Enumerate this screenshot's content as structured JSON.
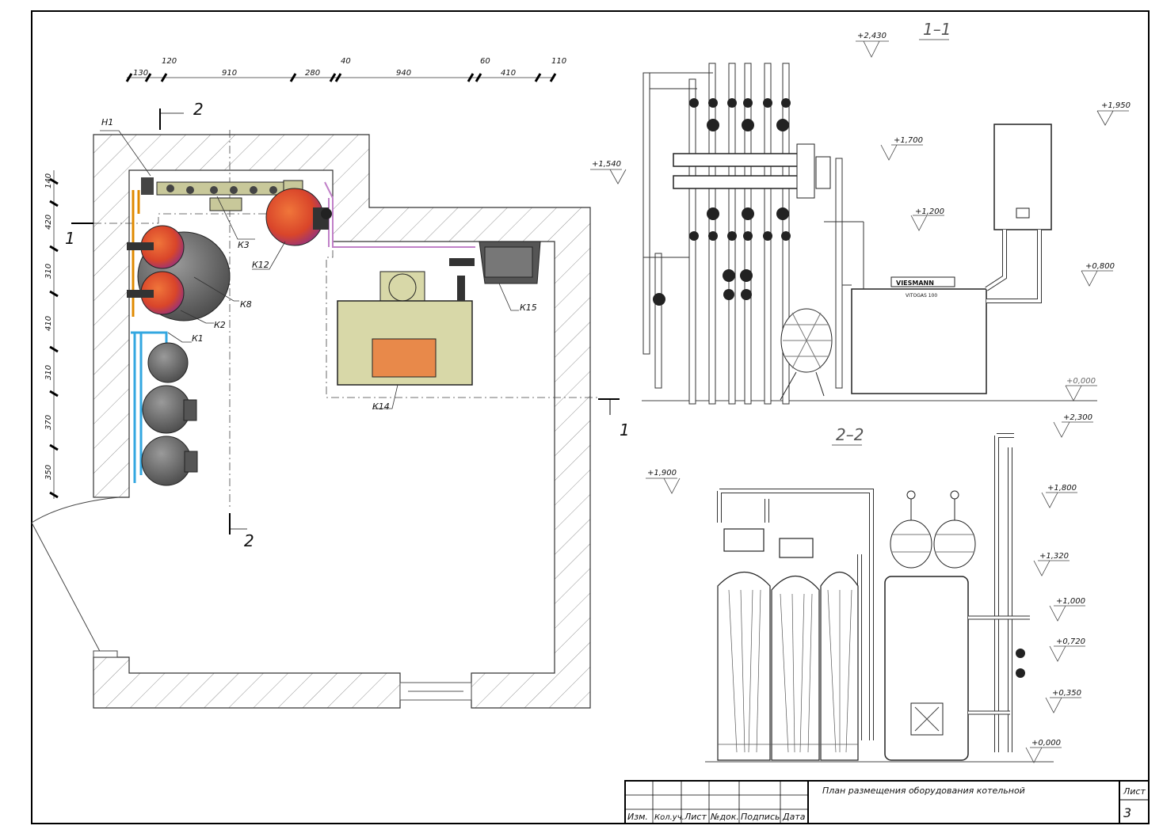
{
  "plan": {
    "dimensions_top": [
      "130",
      "120",
      "910",
      "280",
      "40",
      "940",
      "60",
      "410",
      "110"
    ],
    "dimensions_left": [
      "140",
      "420",
      "310",
      "410",
      "310",
      "370",
      "350"
    ],
    "labels": {
      "h1": "Н1",
      "k1": "К1",
      "k2": "К2",
      "k3": "К3",
      "k8": "К8",
      "k12": "К12",
      "k14": "К14",
      "k15": "К15"
    },
    "cut_marks": {
      "cut1_left": "1",
      "cut1_right": "1",
      "cut2_top": "2",
      "cut2_bottom": "2"
    }
  },
  "section_11": {
    "title": "1–1",
    "levels": [
      "+2,430",
      "+1,950",
      "+1,700",
      "+1,540",
      "+1,200",
      "+0,800",
      "+0,000"
    ],
    "boiler_brand": "VIESMANN",
    "boiler_model": "VITOGAS 100"
  },
  "section_22": {
    "title": "2–2",
    "levels": [
      "+2,300",
      "+1,900",
      "+1,800",
      "+1,320",
      "+1,000",
      "+0,720",
      "+0,350",
      "+0,000"
    ]
  },
  "title_block": {
    "columns": [
      "Изм.",
      "Кол.уч.",
      "Лист",
      "№док.",
      "Подпись",
      "Дата"
    ],
    "title": "План размещения оборудования котельной",
    "sheet_label": "Лист",
    "sheet_number": "3"
  },
  "colors": {
    "hot_pipe": "#e08a00",
    "cold_pipe": "#33a7e0",
    "return_pipe": "#c080c8",
    "tank_red": "#d9452a",
    "tank_gray": "#7a7a7a",
    "boiler_body": "#d8d8a8",
    "boiler_door": "#e8894a"
  }
}
